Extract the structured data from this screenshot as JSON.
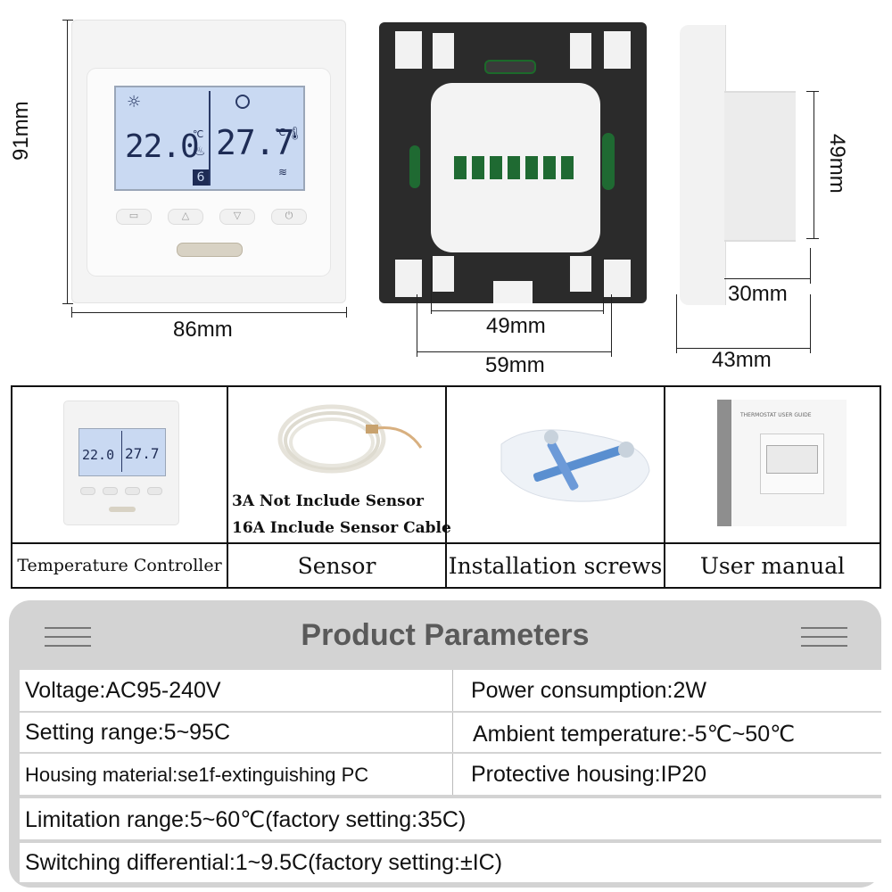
{
  "dimensions": {
    "front_height": "91mm",
    "front_width": "86mm",
    "back_inner_width": "49mm",
    "back_outer_width": "59mm",
    "side_height": "49mm",
    "side_depth": "30mm",
    "side_total": "43mm"
  },
  "lcd": {
    "left_temp": "22.0",
    "right_temp": "27.7",
    "unit": "℃",
    "day": "6"
  },
  "package": {
    "items": [
      {
        "label": "Temperature Controller"
      },
      {
        "label": "Sensor",
        "note_line1": "3A Not Include Sensor",
        "note_line2": "16A Include Sensor Cable"
      },
      {
        "label": "Installation screws"
      },
      {
        "label": "User manual",
        "cover_title": "THERMOSTAT USER GUIDE"
      }
    ]
  },
  "parameters": {
    "title": "Product Parameters",
    "voltage": "Voltage:AC95-240V",
    "power": "Power consumption:2W",
    "setting_range": "Setting range:5~95C",
    "ambient": "Ambient temperature:-5℃~50℃",
    "housing_material": "Housing material:se1f-extinguishing PC",
    "protective": "Protective housing:IP20",
    "limitation": "Limitation range:5~60℃(factory setting:35C)",
    "switching": "Switching differential:1~9.5C(factory setting:±IC)"
  },
  "colors": {
    "lcd_bg": "#c9d9f2",
    "panel_bg": "#d3d3d3",
    "title_color": "#5a5a5a",
    "back_plate": "#2b2b2b"
  }
}
